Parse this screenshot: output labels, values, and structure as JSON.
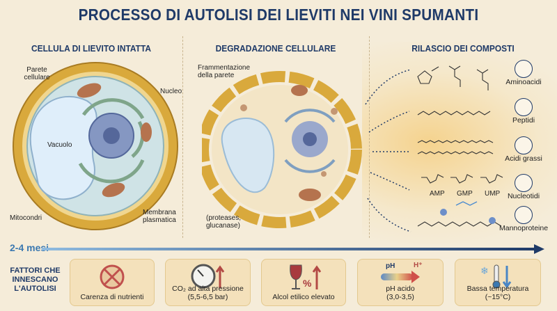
{
  "title": "PROCESSO DI AUTOLISI DEI LIEVITI NEI VINI SPUMANTI",
  "sections": [
    {
      "title": "CELLULA DI LIEVITO INTATTA",
      "labels": {
        "wall": "Parete cellulare",
        "nucleus": "Nucleo",
        "vacuole": "Vacuolo",
        "mito": "Mitocondri",
        "membrane": "Membrana plasmatica"
      }
    },
    {
      "title": "DEGRADAZIONE CELLULARE",
      "labels": {
        "fragment": "Frammentazione della parete",
        "enzymes": "(proteases, glucanase)"
      }
    },
    {
      "title": "RILASCIO DEI COMPOSTI",
      "compounds": [
        {
          "name": "Aminoacidi"
        },
        {
          "name": "Peptidi"
        },
        {
          "name": "Acidi grassi"
        },
        {
          "name": "Nucleotidi",
          "items": [
            "AMP",
            "GMP",
            "UMP"
          ]
        },
        {
          "name": "Mannoproteine"
        }
      ]
    }
  ],
  "timeline": {
    "label": "2-4 mesi"
  },
  "factors": {
    "title": "FATTORI CHE INNESCANO L'AUTOLISI",
    "items": [
      {
        "label": "Carenza di nutrienti",
        "icon": "no-nutrients-icon"
      },
      {
        "label": "CO₂ ad alta pressione",
        "sub": "(5,5-6,5 bar)",
        "icon": "pressure-gauge-icon"
      },
      {
        "label": "Alcol etilico elevato",
        "icon": "wine-glass-icon"
      },
      {
        "label": "pH acido",
        "sub": "(3,0-3,5)",
        "icon": "ph-scale-icon",
        "ph": "pH",
        "h": "H⁺"
      },
      {
        "label": "Bassa temperatura",
        "sub": "(~15°C)",
        "icon": "thermometer-icon"
      }
    ]
  },
  "colors": {
    "title": "#1f3a68",
    "wall": "#d9a93c",
    "background": "#f5ecd9",
    "timeline": "#3b78b0"
  }
}
